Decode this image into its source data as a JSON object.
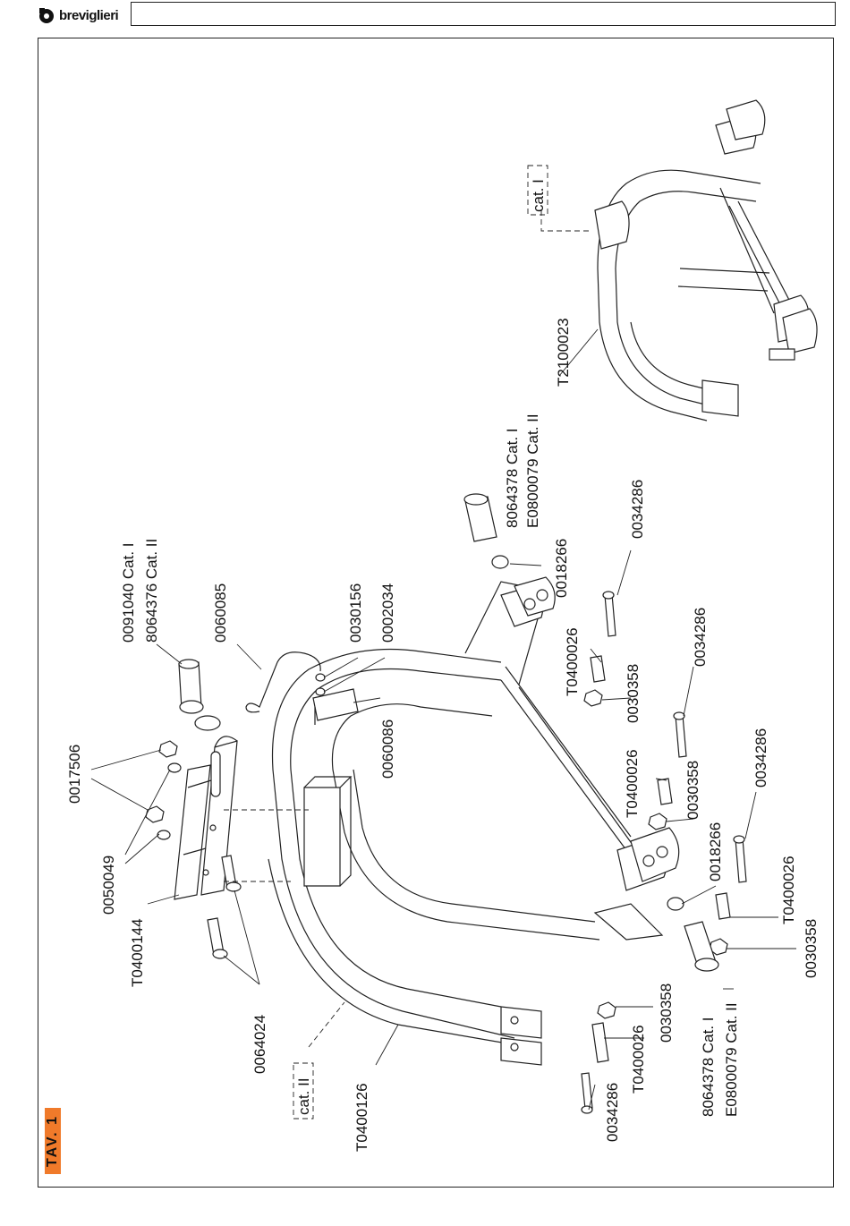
{
  "header": {
    "brand": "breviglieri",
    "title_box": ""
  },
  "sheet": {
    "label": "TAV. 1"
  },
  "labels": {
    "p0017506": "0017506",
    "p0050049": "0050049",
    "pT0400144": "T0400144",
    "p0064024": "0064024",
    "p0091040": "0091040 Cat. I",
    "p8064376": "8064376 Cat. II",
    "p0060085": "0060085",
    "p0030156": "0030156",
    "p0002034": "0002034",
    "p0060086": "0060086",
    "p8064378_top": "8064378   Cat. I",
    "pE0800079_top": "E0800079 Cat. II",
    "p0018266_top": "0018266",
    "pT0400026_a": "T0400026",
    "p0030358_a": "0030358",
    "p0034286_a": "0034286",
    "pT0400026_b": "T0400026",
    "p0030358_b": "0030358",
    "p0034286_b": "0034286",
    "p0034286_c": "0034286",
    "p0018266_bot": "0018266",
    "pT0400026_c": "T0400026",
    "p0030358_c": "0030358",
    "p8064378_bot": "8064378   Cat. I",
    "pE0800079_bot": "E0800079 Cat. II",
    "p0030358_d": "0030358",
    "pT0400026_d": "T0400026",
    "p0034286_d": "0034286",
    "pT0400126": "T0400126",
    "cat_ii": "cat. II",
    "pT2100023": "T2100023",
    "cat_i": "cat. I"
  }
}
